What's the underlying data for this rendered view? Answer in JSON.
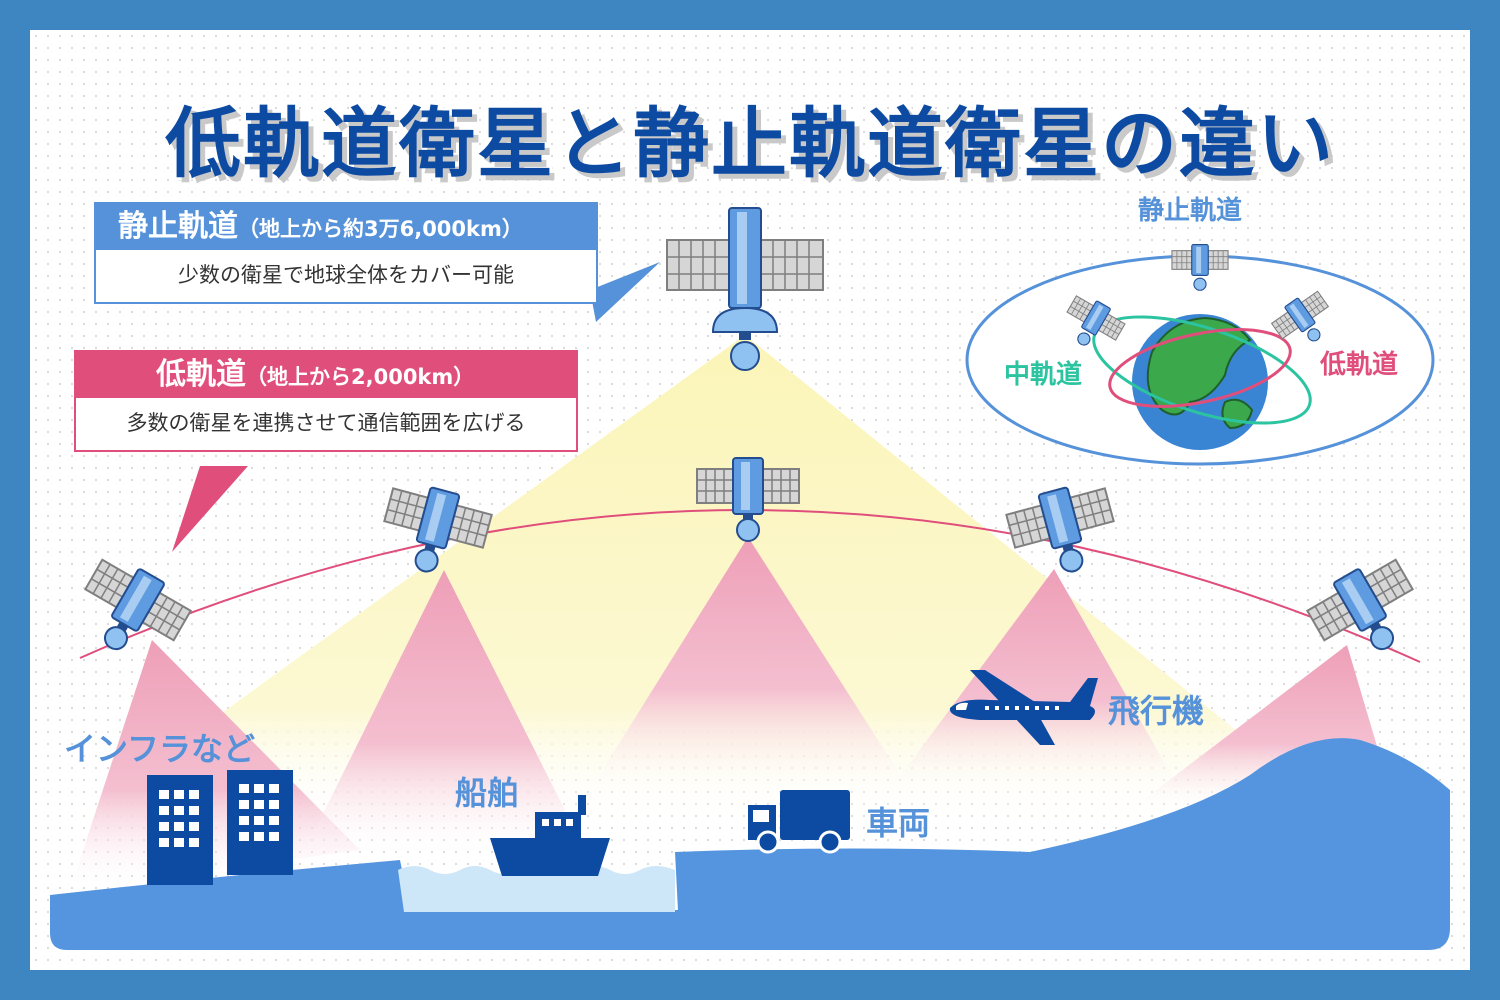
{
  "title": "低軌道衛星と静止軌道衛星の違い",
  "geo_box": {
    "heading": "静止軌道",
    "altitude": "（地上から約3万6,000km）",
    "description": "少数の衛星で地球全体をカバー可能"
  },
  "leo_box": {
    "heading": "低軌道",
    "altitude": "（地上から2,000km）",
    "description": "多数の衛星を連携させて通信範囲を広げる"
  },
  "orbit_diagram": {
    "geo_label": "静止軌道",
    "meo_label": "中軌道",
    "leo_label": "低軌道"
  },
  "ground_labels": {
    "infrastructure": "インフラなど",
    "ship": "船舶",
    "vehicle": "車両",
    "airplane": "飛行機"
  },
  "colors": {
    "frame": "#3d86c2",
    "title": "#0d4ba3",
    "geo": "#5592d9",
    "leo": "#e04e7c",
    "meo": "#2cc4a0",
    "geo_coverage": "#fbf5b8",
    "leo_coverage": "#f2b4c8",
    "ground": "#5595e0",
    "sea": "#cde6f8"
  }
}
